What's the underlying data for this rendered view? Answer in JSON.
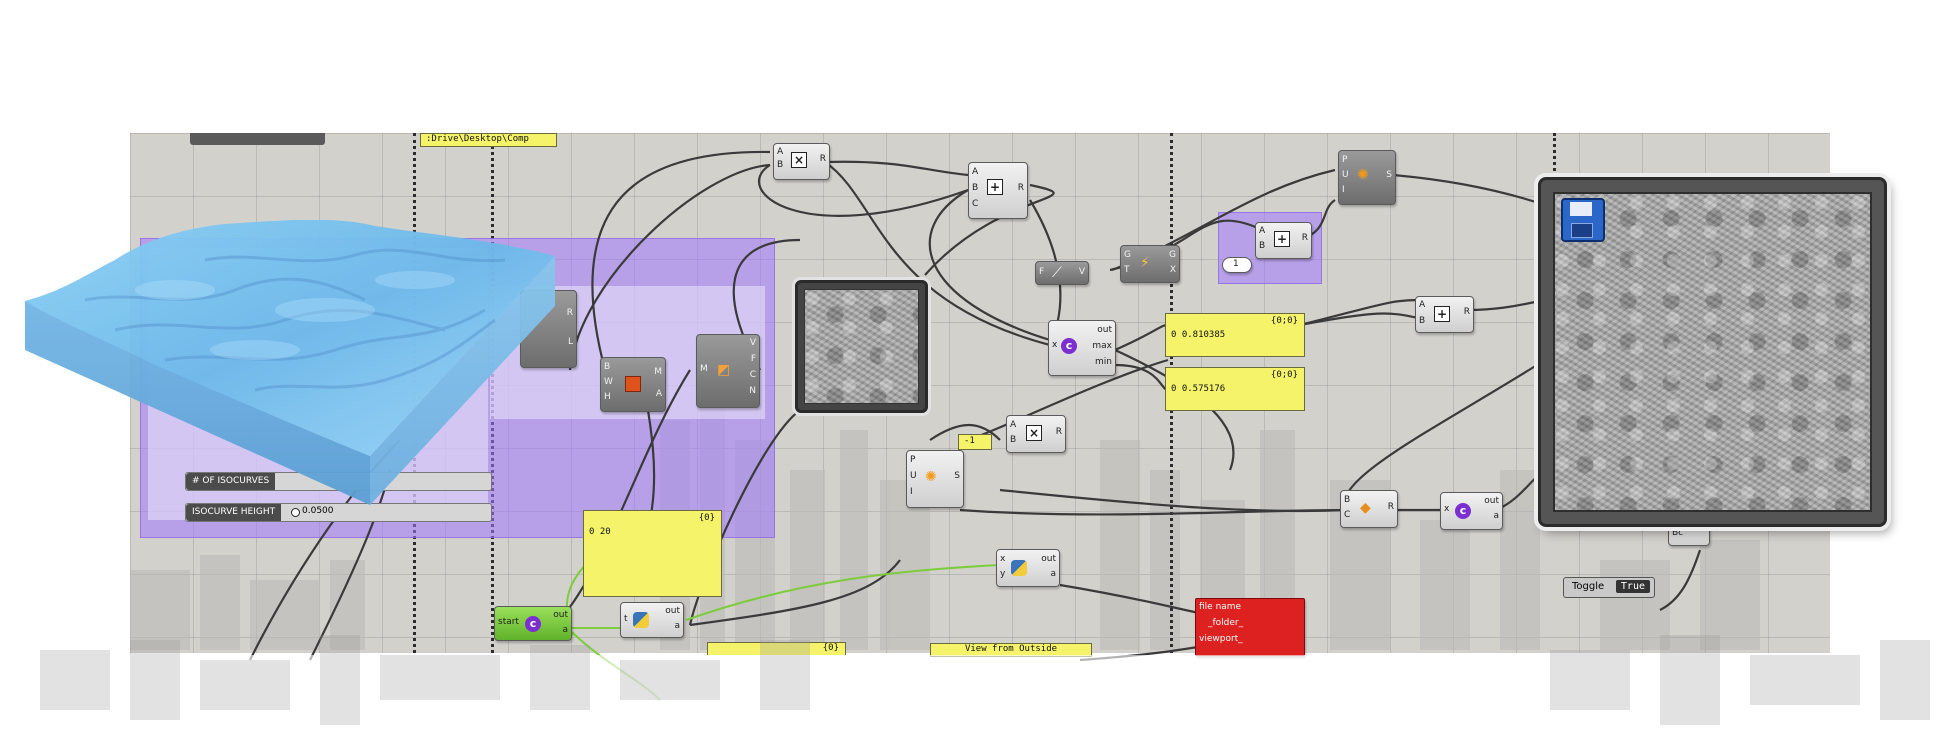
{
  "inputs": {
    "path_text": ":Drive\\Desktop\\Comp",
    "isocurves_label": "# OF ISOCURVES",
    "isocurve_height_label": "ISOCURVE HEIGHT",
    "isocurve_height_value": "0.0500"
  },
  "panels": {
    "max_panel": {
      "count": "{0;0}",
      "value": "0 0.810385"
    },
    "min_panel": {
      "count": "{0;0}",
      "value": "0 0.575176"
    },
    "twenty_panel": {
      "count": "{0}",
      "value": "0 20"
    },
    "bottom_panel_count": "{0}",
    "view_panel": "View from Outside",
    "neg_one": "-1",
    "one": "1"
  },
  "components": {
    "mult_top": {
      "inputs": [
        "A",
        "B"
      ],
      "output": "R"
    },
    "add_top": {
      "inputs": [
        "A",
        "B",
        "C"
      ],
      "output": "R"
    },
    "pop_top": {
      "inputs": [
        "P",
        "U",
        "I"
      ],
      "output": "S"
    },
    "add_mid": {
      "inputs": [
        "A",
        "B"
      ],
      "output": "R"
    },
    "graph": {
      "inputs": [
        "G",
        "T"
      ],
      "outputs": [
        "G",
        "X"
      ]
    },
    "fv": {
      "inputs": [
        "F"
      ],
      "output": "V"
    },
    "add_right": {
      "inputs": [
        "A",
        "B"
      ],
      "output": "R"
    },
    "csharp_mid": {
      "input": "x",
      "outputs": [
        "out",
        "max",
        "min"
      ]
    },
    "mult_mid": {
      "inputs": [
        "A",
        "B"
      ],
      "output": "R"
    },
    "pop_mid": {
      "inputs": [
        "P",
        "U",
        "I"
      ],
      "output": "S"
    },
    "bwh": {
      "inputs": [
        "B",
        "W",
        "H"
      ],
      "outputs": [
        "M",
        "A"
      ]
    },
    "mesh": {
      "input": "M",
      "outputs": [
        "V",
        "F",
        "C",
        "N"
      ]
    },
    "blend": {
      "inputs": [
        "B",
        "C"
      ],
      "output": "R"
    },
    "csharp_right": {
      "input": "x",
      "outputs": [
        "out",
        "a"
      ]
    },
    "python_mid": {
      "inputs": [
        "x",
        "y"
      ],
      "outputs": [
        "out",
        "a"
      ]
    },
    "python_bottom": {
      "input": "t",
      "outputs": [
        "out",
        "a"
      ]
    },
    "start": {
      "label": "start",
      "outputs": [
        "out",
        "a"
      ]
    },
    "left_rl": {
      "outputs": [
        "R",
        "L"
      ]
    },
    "capture": {
      "inputs": [
        "file name",
        "_folder_",
        "viewport_"
      ]
    },
    "toggle": {
      "label": "Toggle",
      "value": "True"
    },
    "partial_bc": "Bc"
  },
  "icons": {
    "save": "floppy-disk-icon"
  },
  "colors": {
    "group": "#a078ff",
    "panel": "#f5f36a",
    "canvas": "#d3d1cc",
    "capture": "#dd2020"
  }
}
